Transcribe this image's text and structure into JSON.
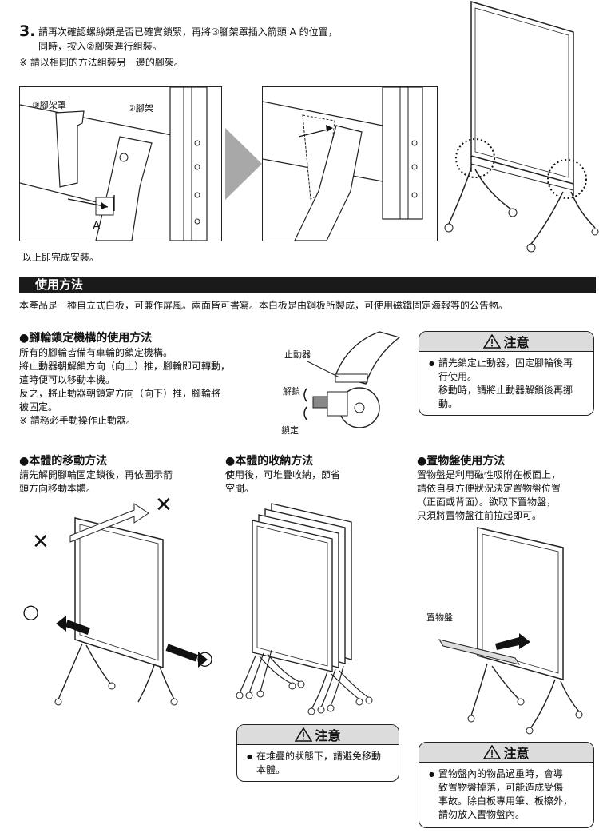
{
  "step3": {
    "number": "3.",
    "line1": "請再次確認螺絲類是否已確實鎖緊，再將③腳架罩插入箭頭 A 的位置，",
    "line2": "同時，按入②腳架進行組裝。",
    "note": "※ 請以相同的方法組裝另一邊的腳架。",
    "label_cover": "③腳架罩",
    "label_leg": "②腳架",
    "label_a": "A",
    "complete": "以上即完成安裝。"
  },
  "usage": {
    "section_title": "使用方法",
    "intro": "本產品是一種自立式白板，可兼作屏風。兩面皆可書寫。本白板是由鋼板所製成，可使用磁鐵固定海報等的公告物。"
  },
  "caster": {
    "title": "●腳輪鎖定機構的使用方法",
    "lines": [
      "所有的腳輪皆備有車輪的鎖定機構。",
      "將止動器朝解鎖方向（向上）推，腳輪即可轉動，",
      "這時便可以移動本機。",
      "反之，將止動器朝鎖定方向（向下）推，腳輪將",
      "被固定。",
      "※ 請務必手動操作止動器。"
    ],
    "label_stopper": "止動器",
    "label_unlock": "解鎖",
    "label_lock": "鎖定"
  },
  "caution1": {
    "title": "注意",
    "lines": [
      "請先鎖定止動器，固定腳輪後再",
      "行使用。",
      "移動時，請將止動器解鎖後再挪",
      "動。"
    ]
  },
  "move": {
    "title": "●本體的移動方法",
    "lines": [
      "請先解開腳輪固定鎖後，再依圖示箭",
      "頭方向移動本體。"
    ],
    "ng": "✕",
    "ok": "○"
  },
  "storage": {
    "title": "●本體的收納方法",
    "lines": [
      "使用後，可堆疊收納，節省",
      "空間。"
    ]
  },
  "tray": {
    "title": "●置物盤使用方法",
    "lines": [
      "置物盤是利用磁性吸附在板面上，",
      "請依自身方便狀況決定置物盤位置",
      "（正面或背面）。欲取下置物盤，",
      "只須將置物盤往前拉起即可。"
    ],
    "label_tray": "置物盤"
  },
  "caution2": {
    "title": "注意",
    "lines": [
      "在堆疊的狀態下，請避免移動",
      "本體。"
    ]
  },
  "caution3": {
    "title": "注意",
    "lines": [
      "置物盤內的物品過重時，會導",
      "致置物盤掉落，可能造成受傷",
      "事故。除白板專用筆、板擦外，",
      "請勿放入置物盤內。"
    ]
  },
  "colors": {
    "bar": "#1a1a1a",
    "caution_head": "#dcdcdc",
    "arrow_gray": "#a8a8a8"
  }
}
